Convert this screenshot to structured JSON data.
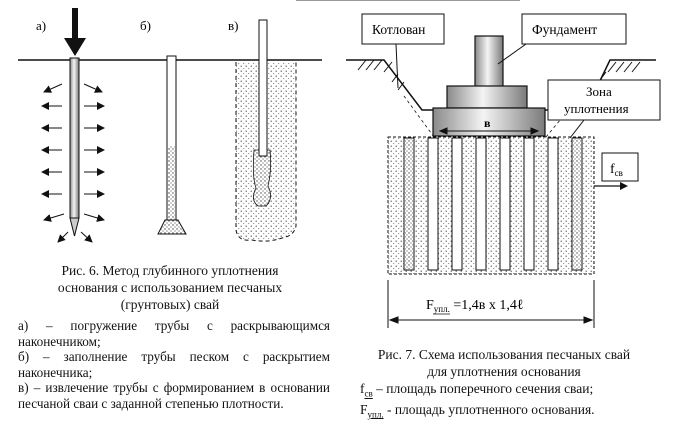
{
  "fig6": {
    "labels": {
      "a": "а)",
      "b": "б)",
      "v": "в)"
    },
    "caption": [
      "Рис. 6. Метод глубинного уплотнения",
      "основания с использованием песчаных",
      "(грунтовых) свай"
    ],
    "legend": [
      "а) – погружение трубы с раскрывающимся наконечником;",
      "б) – заполнение трубы песком с раскрытием наконечника;",
      "в) – извлечение трубы с формированием в основании песчаной сваи с заданной степенью плотности."
    ]
  },
  "fig7": {
    "callouts": {
      "pit": "Котлован",
      "foundation": "Фундамент",
      "zone_line1": "Зона",
      "zone_line2": "уплотнения"
    },
    "width_label": "в",
    "force_main": "f",
    "force_sub": "св",
    "area_prefix": "F",
    "area_sub": "упл.",
    "area_formula": " =1,4в х 1,4ℓ",
    "caption": [
      "Рис. 7. Схема использования песчаных свай",
      "для уплотнения основания"
    ],
    "legend": [
      {
        "sym": "f",
        "sub": "св",
        "text": " – площадь поперечного сечения сваи;"
      },
      {
        "sym": "F",
        "sub": "упл.",
        "text": " - площадь уплотненного основания."
      }
    ]
  },
  "colors": {
    "ink": "#111111",
    "ground": "#222222",
    "dots": "#666666"
  }
}
